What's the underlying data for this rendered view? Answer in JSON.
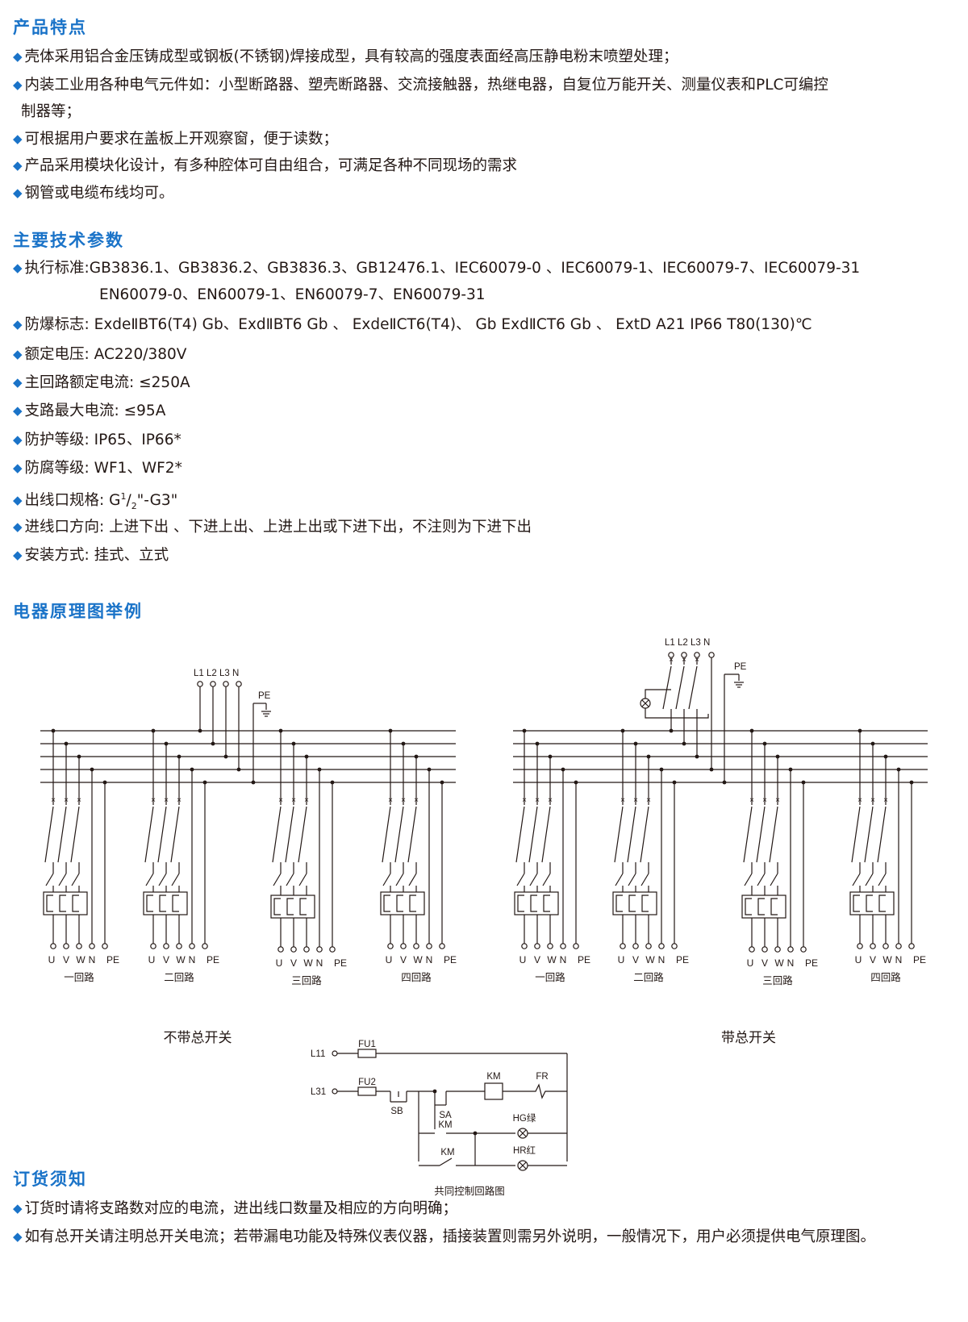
{
  "features": {
    "title": "产品特点",
    "items": [
      "壳体采用铝合金压铸成型或钢板(不锈钢)焊接成型，具有较高的强度表面经高压静电粉末喷塑处理；",
      "内装工业用各种电气元件如：小型断路器、塑壳断路器、交流接触器，热继电器，自复位万能开关、测量仪表和PLC可编控",
      "可根据用户要求在盖板上开观察窗，便于读数；",
      "产品采用模块化设计，有多种腔体可自由组合，可满足各种不同现场的需求",
      "钢管或电缆布线均可。"
    ],
    "item2_cont": "制器等；"
  },
  "params": {
    "title": "主要技术参数",
    "items": [
      "执行标准:GB3836.1、GB3836.2、GB3836.3、GB12476.1、IEC60079-0 、IEC60079-1、IEC60079-7、IEC60079-31",
      "防爆标志: ExdeⅡBT6(T4) Gb、ExdⅡBT6 Gb 、 ExdeⅡCT6(T4)、 Gb ExdⅡCT6 Gb 、 ExtD A21 IP66 T80(130)℃",
      "额定电压: AC220/380V",
      "主回路额定电流: ≤250A",
      "支路最大电流: ≤95A",
      "防护等级: IP65、IP66*",
      "防腐等级: WF1、WF2*",
      "",
      "进线口方向: 上进下出 、下进上出、上进上出或下进下出，不注则为下进下出",
      "安装方式: 挂式、立式"
    ],
    "item1_cont": "EN60079-0、EN60079-1、EN60079-7、EN60079-31",
    "outlet": {
      "prefix": "出线口规格: G",
      "sup": "1",
      "sep": "/",
      "sub": "2",
      "suffix": "\"-G3\""
    }
  },
  "diagram": {
    "title": "电器原理图举例",
    "input_label": "L1 L2 L3  N",
    "pe_label": "PE",
    "terminal_labels": [
      "U",
      "V",
      "W",
      "N",
      "PE"
    ],
    "circuit_names": [
      "一回路",
      "二回路",
      "三回路",
      "四回路"
    ],
    "caption_left": "不带总开关",
    "caption_right": "带总开关",
    "control": {
      "caption": "共同控制回路图",
      "L11": "L11",
      "L31": "L31",
      "FU1": "FU1",
      "FU2": "FU2",
      "SB": "SB",
      "SA": "SA",
      "KM": "KM",
      "FR": "FR",
      "HG": "HG绿",
      "HR": "HR红"
    }
  },
  "ordering": {
    "title": "订货须知",
    "items": [
      "订货时请将支路数对应的电流，进出线口数量及相应的方向明确；",
      "如有总开关请注明总开关电流；若带漏电功能及特殊仪表仪器，插接装置则需另外说明，一般情况下，用户必须提供电气原理图。"
    ]
  }
}
